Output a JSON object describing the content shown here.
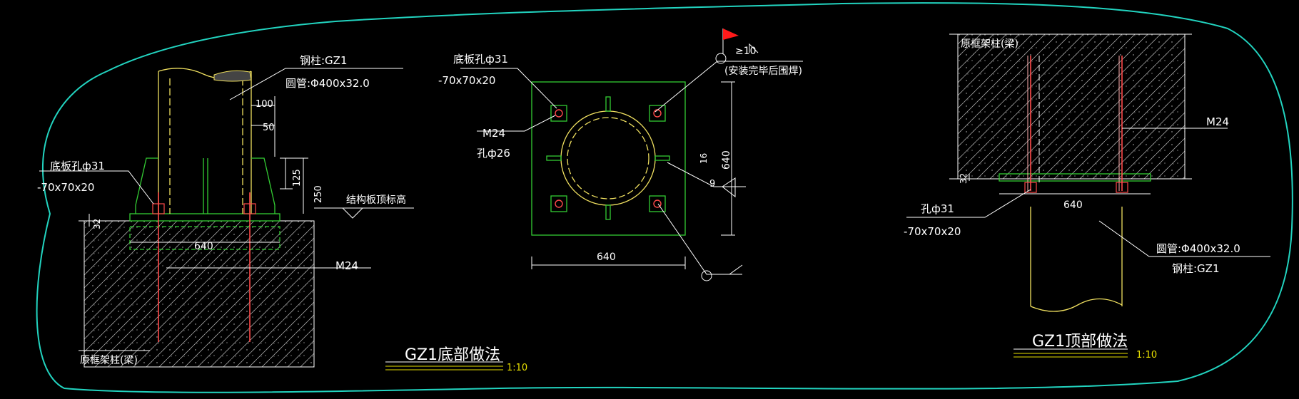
{
  "colors": {
    "background": "#000000",
    "outline": "#22d4c0",
    "steel": "#33cc33",
    "pipe": "#f0e060",
    "bolt": "#ff4a4a",
    "text": "#ffffff",
    "scale_text": "#e8e000"
  },
  "bottom_detail": {
    "title": "GZ1底部做法",
    "scale": "1:10",
    "column_label": "钢柱:GZ1",
    "pipe_label": "圆管:Φ400x32.0",
    "hole_label": "底板孔ф31",
    "plate_label": "-70x70x20",
    "dim_100": "100",
    "dim_50": "50",
    "dim_125": "125",
    "dim_250": "250",
    "elevation_label": "结构板顶标高",
    "dim_32": "32",
    "dim_640": "640",
    "bolt_label": "M24",
    "frame_label": "原框架柱(梁)"
  },
  "plan_view": {
    "hole_label": "底板孔ф31",
    "plate_label": "-70x70x20",
    "bolt_label": "M24",
    "bolt_hole_label": "孔ф26",
    "weld_label": "≥10",
    "weld_note": "(安装完毕后围焊)",
    "dim_16": "16",
    "dim_640_v": "640",
    "dim_9": "9",
    "dim_640_h": "640"
  },
  "top_detail": {
    "title": "GZ1顶部做法",
    "scale": "1:10",
    "frame_label": "原框架柱(梁)",
    "bolt_label": "M24",
    "dim_32": "32",
    "hole_label": "孔ф31",
    "plate_label": "-70x70x20",
    "dim_640": "640",
    "pipe_label": "圆管:Φ400x32.0",
    "column_label": "钢柱:GZ1"
  }
}
